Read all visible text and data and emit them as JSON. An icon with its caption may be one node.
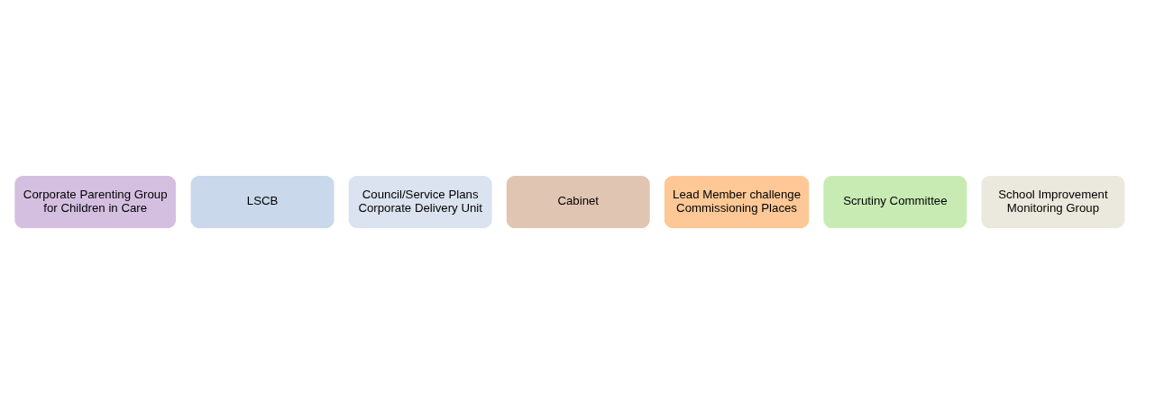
{
  "diagram": {
    "nodes": [
      {
        "text": [
          "Corporate Parenting Group for Children in Care"
        ]
      },
      {
        "text": [
          "LSCB"
        ]
      },
      {
        "text": [
          "Council/Service Plans Corporate Delivery Unit"
        ]
      },
      {
        "text": [
          "Cabinet"
        ]
      },
      {
        "text": [
          "Lead Member challenge Commissioning Places"
        ]
      },
      {
        "text": [
          "Scrutiny Committee"
        ]
      },
      {
        "text": [
          "School Improvement Monitoring Group"
        ]
      }
    ]
  }
}
